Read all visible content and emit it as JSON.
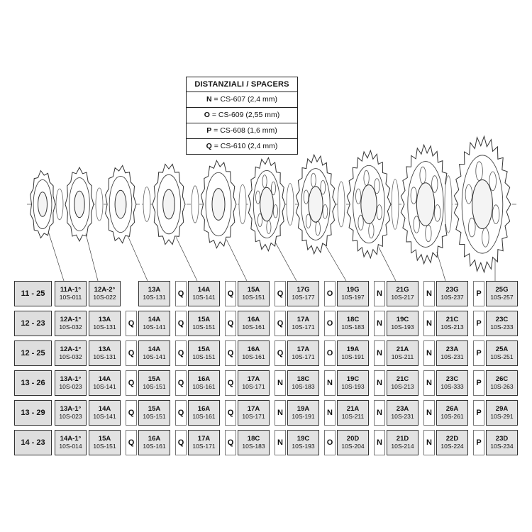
{
  "legend": {
    "title": "DISTANZIALI / SPACERS",
    "items": [
      {
        "letter": "N",
        "text": "= CS-607 (2,4 mm)"
      },
      {
        "letter": "O",
        "text": "= CS-609 (2,55 mm)"
      },
      {
        "letter": "P",
        "text": "= CS-608 (1,6 mm)"
      },
      {
        "letter": "Q",
        "text": "= CS-610 (2,4 mm)"
      }
    ]
  },
  "table": {
    "rows": [
      {
        "ratio": "11 - 25",
        "cogs": [
          {
            "name": "11A-1°",
            "code": "10S-011"
          },
          {
            "name": "12A-2°",
            "code": "10S-022"
          },
          {
            "name": "13A",
            "code": "10S-131"
          },
          {
            "name": "14A",
            "code": "10S-141"
          },
          {
            "name": "15A",
            "code": "10S-151"
          },
          {
            "name": "17G",
            "code": "10S-177"
          },
          {
            "name": "19G",
            "code": "10S-197"
          },
          {
            "name": "21G",
            "code": "10S-217"
          },
          {
            "name": "23G",
            "code": "10S-237"
          },
          {
            "name": "25G",
            "code": "10S-257"
          }
        ],
        "spacers": [
          "",
          "",
          "Q",
          "Q",
          "Q",
          "O",
          "N",
          "N",
          "P"
        ]
      },
      {
        "ratio": "12 - 23",
        "cogs": [
          {
            "name": "12A-1°",
            "code": "10S-032"
          },
          {
            "name": "13A",
            "code": "10S-131"
          },
          {
            "name": "14A",
            "code": "10S-141"
          },
          {
            "name": "15A",
            "code": "10S-151"
          },
          {
            "name": "16A",
            "code": "10S-161"
          },
          {
            "name": "17A",
            "code": "10S-171"
          },
          {
            "name": "18C",
            "code": "10S-183"
          },
          {
            "name": "19C",
            "code": "10S-193"
          },
          {
            "name": "21C",
            "code": "10S-213"
          },
          {
            "name": "23C",
            "code": "10S-233"
          }
        ],
        "spacers": [
          "",
          "Q",
          "Q",
          "Q",
          "Q",
          "O",
          "N",
          "N",
          "P"
        ]
      },
      {
        "ratio": "12 - 25",
        "cogs": [
          {
            "name": "12A-1°",
            "code": "10S-032"
          },
          {
            "name": "13A",
            "code": "10S-131"
          },
          {
            "name": "14A",
            "code": "10S-141"
          },
          {
            "name": "15A",
            "code": "10S-151"
          },
          {
            "name": "16A",
            "code": "10S-161"
          },
          {
            "name": "17A",
            "code": "10S-171"
          },
          {
            "name": "19A",
            "code": "10S-191"
          },
          {
            "name": "21A",
            "code": "10S-211"
          },
          {
            "name": "23A",
            "code": "10S-231"
          },
          {
            "name": "25A",
            "code": "10S-251"
          }
        ],
        "spacers": [
          "",
          "Q",
          "Q",
          "Q",
          "Q",
          "O",
          "N",
          "N",
          "P"
        ]
      },
      {
        "ratio": "13 - 26",
        "cogs": [
          {
            "name": "13A-1°",
            "code": "10S-023"
          },
          {
            "name": "14A",
            "code": "10S-141"
          },
          {
            "name": "15A",
            "code": "10S-151"
          },
          {
            "name": "16A",
            "code": "10S-161"
          },
          {
            "name": "17A",
            "code": "10S-171"
          },
          {
            "name": "18C",
            "code": "10S-183"
          },
          {
            "name": "19C",
            "code": "10S-193"
          },
          {
            "name": "21C",
            "code": "10S-213"
          },
          {
            "name": "23C",
            "code": "10S-333"
          },
          {
            "name": "26C",
            "code": "10S-263"
          }
        ],
        "spacers": [
          "",
          "Q",
          "Q",
          "Q",
          "N",
          "N",
          "N",
          "N",
          "P"
        ]
      },
      {
        "ratio": "13 - 29",
        "cogs": [
          {
            "name": "13A-1°",
            "code": "10S-023"
          },
          {
            "name": "14A",
            "code": "10S-141"
          },
          {
            "name": "15A",
            "code": "10S-151"
          },
          {
            "name": "16A",
            "code": "10S-161"
          },
          {
            "name": "17A",
            "code": "10S-171"
          },
          {
            "name": "19A",
            "code": "10S-191"
          },
          {
            "name": "21A",
            "code": "10S-211"
          },
          {
            "name": "23A",
            "code": "10S-231"
          },
          {
            "name": "26A",
            "code": "10S-261"
          },
          {
            "name": "29A",
            "code": "10S-291"
          }
        ],
        "spacers": [
          "",
          "Q",
          "Q",
          "Q",
          "N",
          "N",
          "N",
          "N",
          "P"
        ]
      },
      {
        "ratio": "14 - 23",
        "cogs": [
          {
            "name": "14A-1°",
            "code": "10S-014"
          },
          {
            "name": "15A",
            "code": "10S-151"
          },
          {
            "name": "16A",
            "code": "10S-161"
          },
          {
            "name": "17A",
            "code": "10S-171"
          },
          {
            "name": "18C",
            "code": "10S-183"
          },
          {
            "name": "19C",
            "code": "10S-193"
          },
          {
            "name": "20D",
            "code": "10S-204"
          },
          {
            "name": "21D",
            "code": "10S-214"
          },
          {
            "name": "22D",
            "code": "10S-224"
          },
          {
            "name": "23D",
            "code": "10S-234"
          }
        ],
        "spacers": [
          "",
          "Q",
          "Q",
          "Q",
          "N",
          "O",
          "N",
          "N",
          "P"
        ]
      }
    ]
  },
  "diagram": {
    "components": [
      "11",
      "12",
      "13",
      "14",
      "15",
      "17",
      "19",
      "21",
      "23",
      "25"
    ]
  }
}
